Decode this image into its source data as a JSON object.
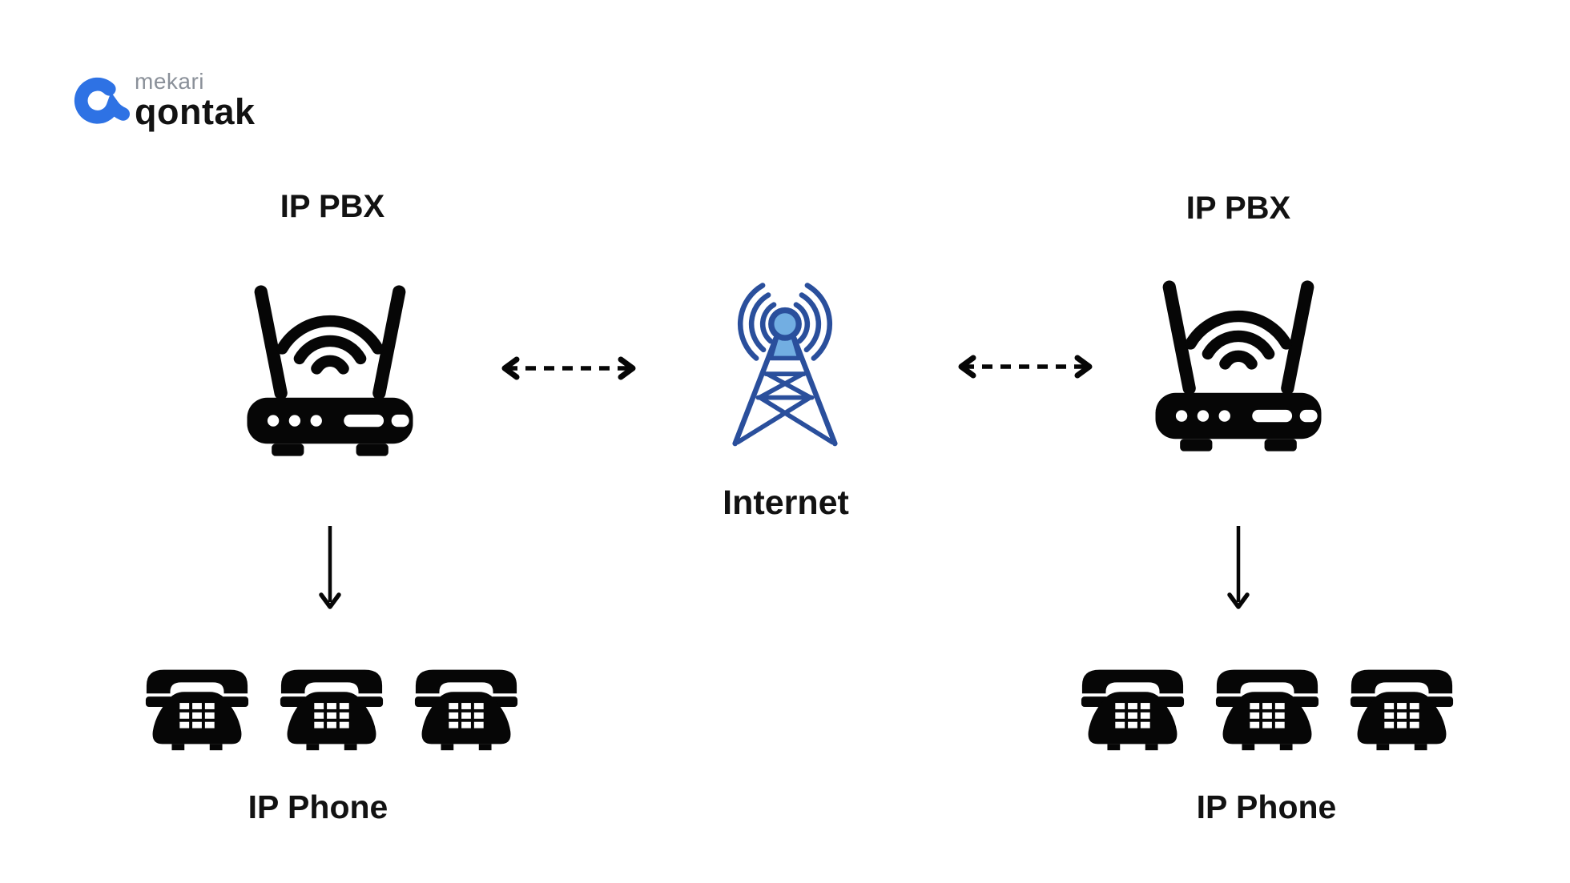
{
  "logo": {
    "line1": "mekari",
    "line2": "qontak"
  },
  "diagram": {
    "left_pbx_label": "IP PBX",
    "right_pbx_label": "IP PBX",
    "internet_label": "Internet",
    "left_phone_label": "IP Phone",
    "right_phone_label": "IP Phone",
    "left_phone_count": 3,
    "right_phone_count": 3,
    "connections": [
      {
        "from": "IP PBX (left)",
        "to": "Internet",
        "style": "dashed",
        "bidirectional": true
      },
      {
        "from": "Internet",
        "to": "IP PBX (right)",
        "style": "dashed",
        "bidirectional": true
      },
      {
        "from": "IP PBX (left)",
        "to": "IP Phone (left)",
        "style": "solid",
        "bidirectional": false
      },
      {
        "from": "IP PBX (right)",
        "to": "IP Phone (right)",
        "style": "solid",
        "bidirectional": false
      }
    ]
  },
  "icons": {
    "logo_mark": "qontak-q-icon",
    "pbx": "wifi-router-icon",
    "internet": "radio-tower-icon",
    "phone": "telephone-icon",
    "link": "dashed-double-arrow-icon",
    "feed": "down-arrow-icon"
  },
  "colors": {
    "background": "#ffffff",
    "text_black": "#121212",
    "icon_black": "#060606",
    "logo_blue": "#2e72e4",
    "logo_gray": "#8a9099",
    "tower_dark_blue": "#2a4f9c",
    "tower_light_blue": "#72aee2"
  }
}
